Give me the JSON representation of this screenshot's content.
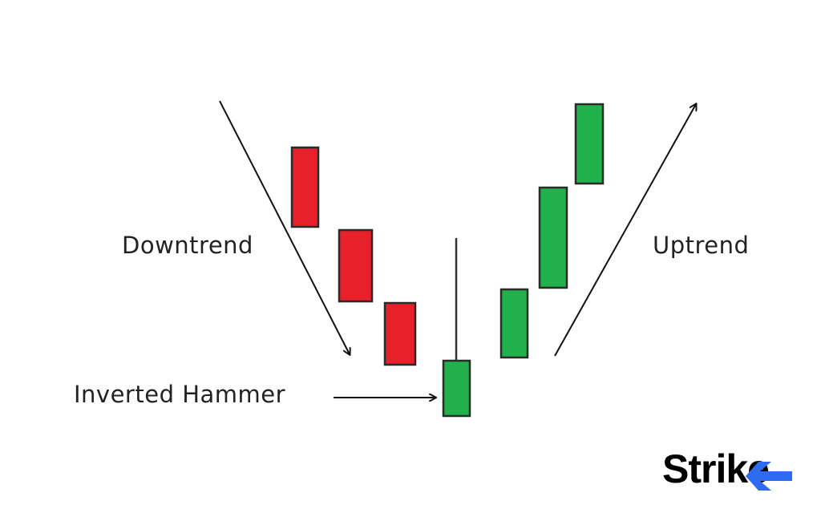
{
  "labels": {
    "downtrend": "Downtrend",
    "uptrend": "Uptrend",
    "inverted_hammer": "Inverted Hammer"
  },
  "logo": {
    "text": "Strike"
  },
  "colors": {
    "bearish": "#e8202a",
    "bullish": "#21b04b",
    "outline": "#2a2a2a",
    "logo_accent": "#2f6bf2"
  },
  "candles": [
    {
      "type": "bearish"
    },
    {
      "type": "bearish"
    },
    {
      "type": "bearish"
    },
    {
      "type": "bullish",
      "pattern": "inverted hammer"
    },
    {
      "type": "bullish"
    },
    {
      "type": "bullish"
    },
    {
      "type": "bullish"
    }
  ]
}
